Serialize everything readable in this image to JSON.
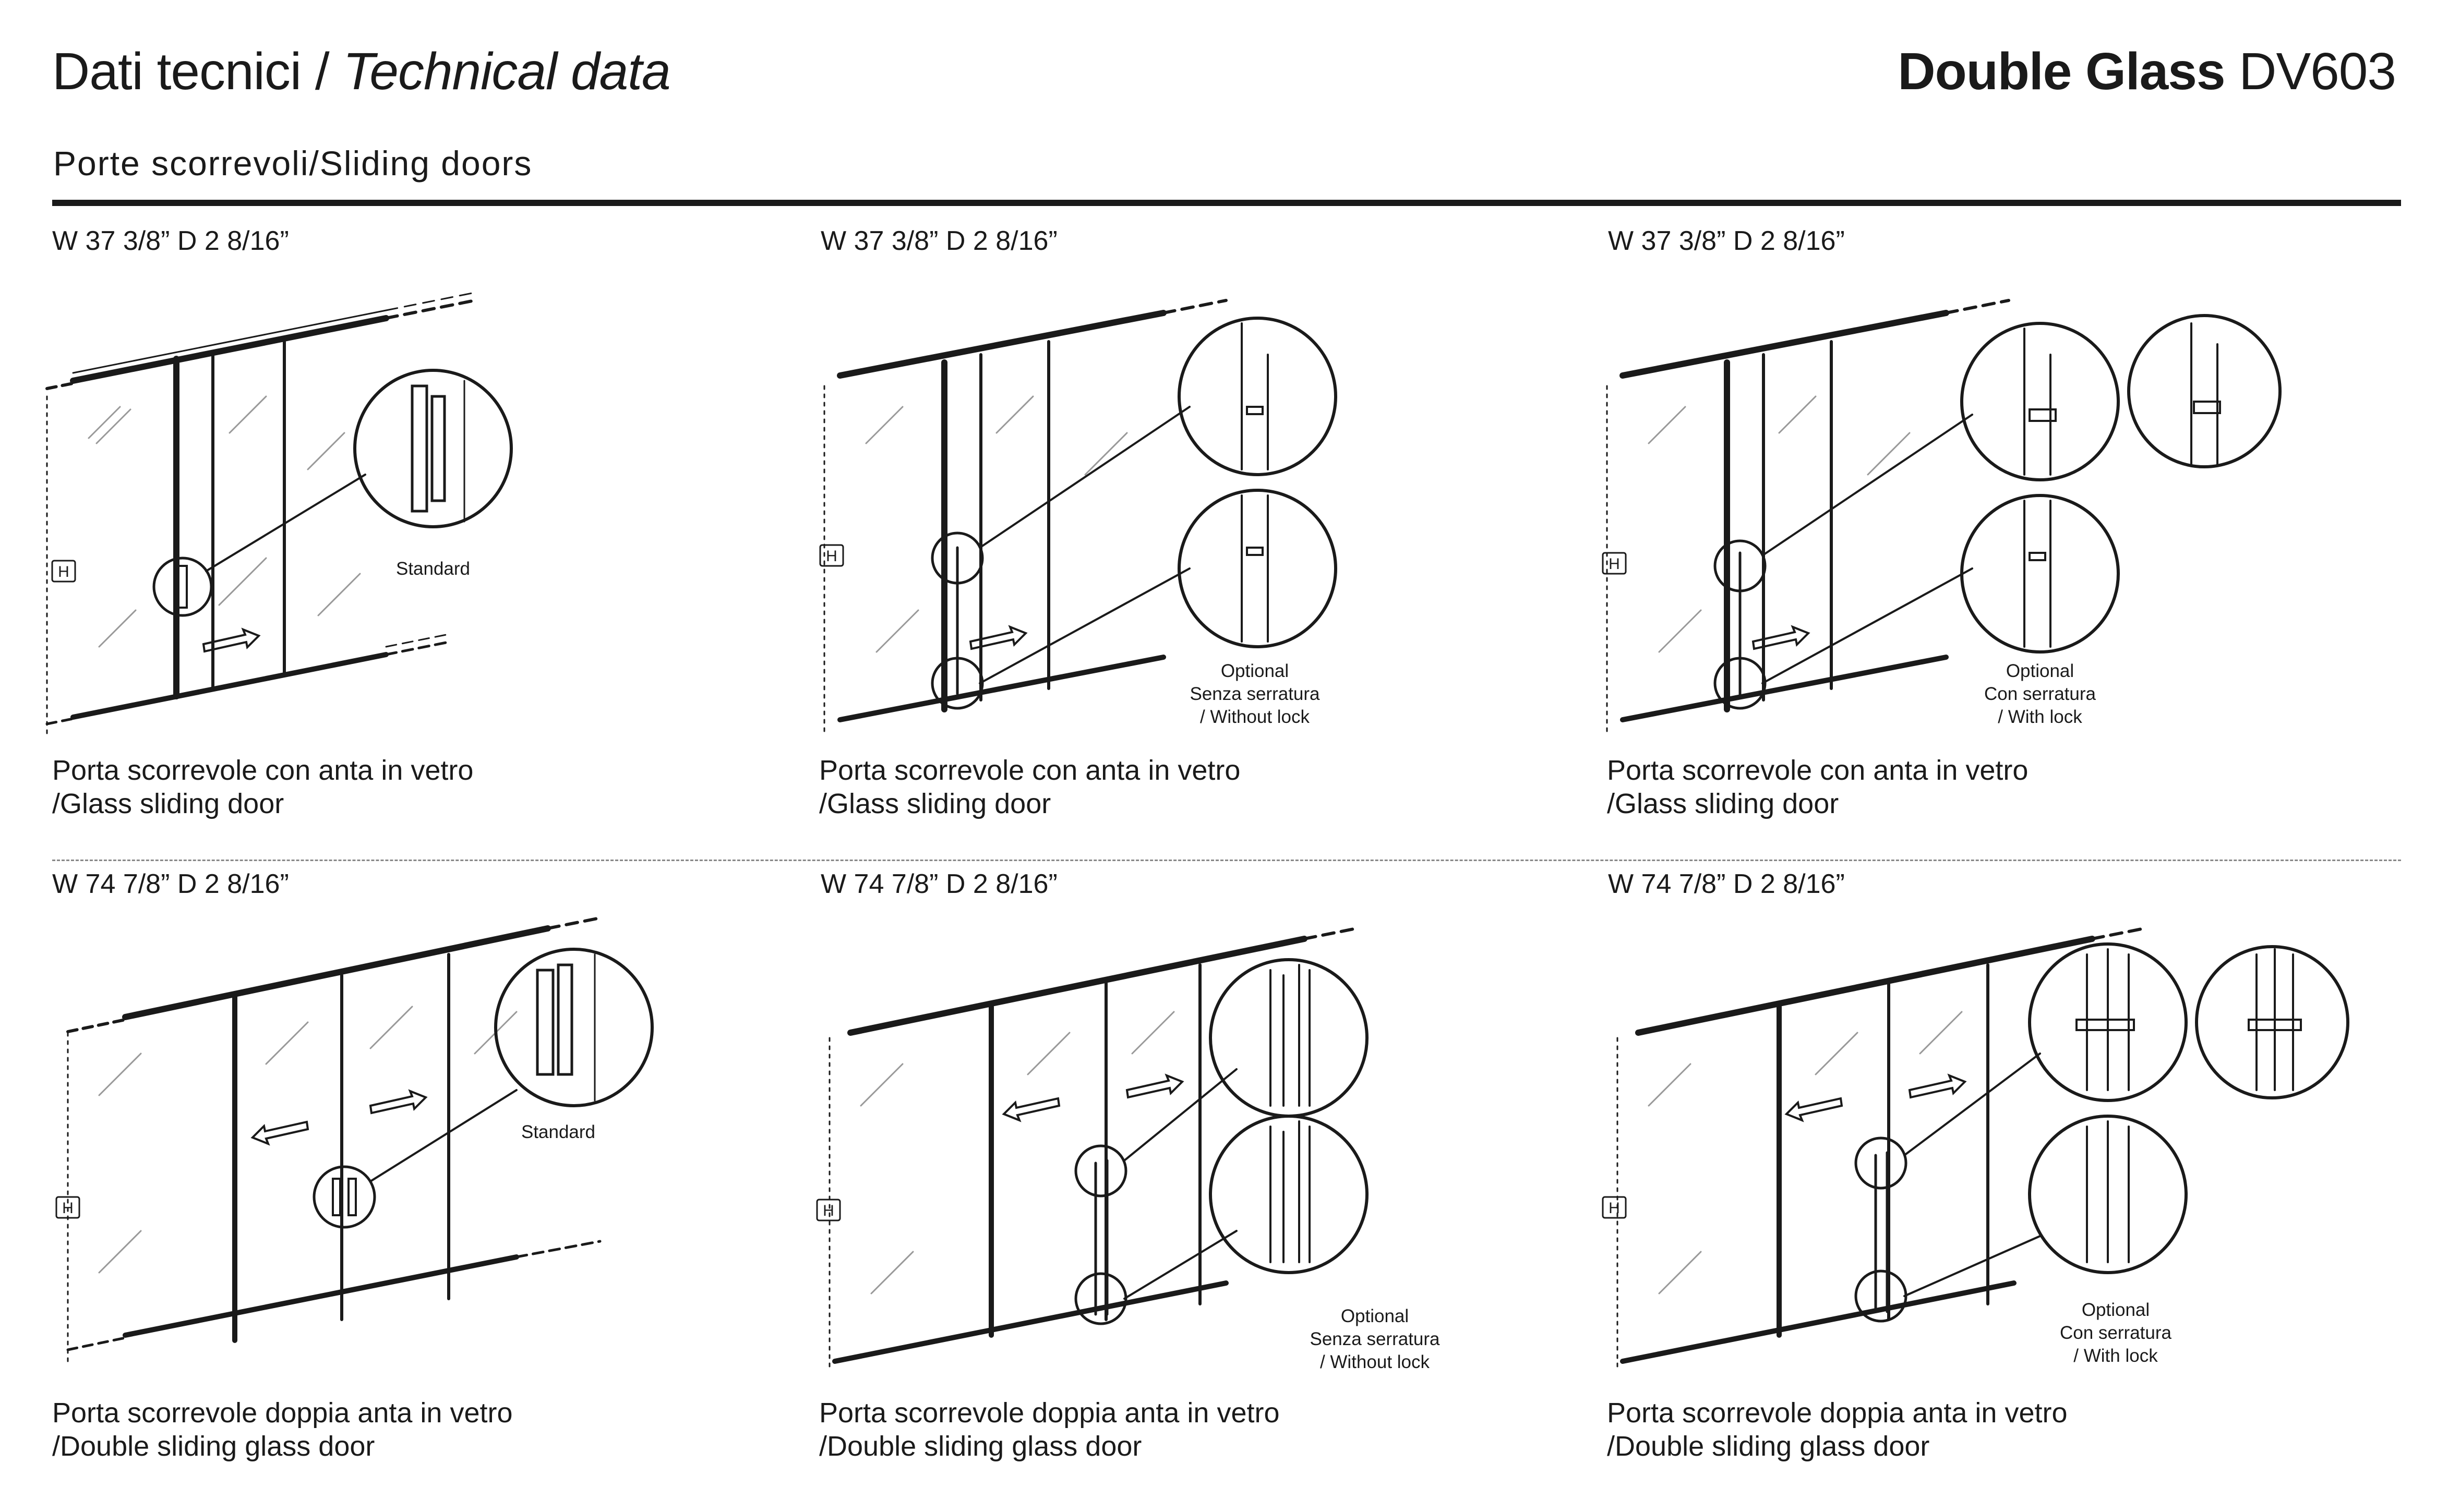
{
  "header": {
    "title_it": "Dati tecnici / ",
    "title_en": "Technical data",
    "product_bold": "Double Glass",
    "product_code": " DV603",
    "section": "Porte scorrevoli/Sliding doors"
  },
  "panels": [
    {
      "dims": "W 37 3/8” D 2 8/16”",
      "caption_it": "Porta scorrevole con anta in vetro",
      "caption_en": "/Glass sliding door",
      "h_label": "H",
      "variant": "Standard"
    },
    {
      "dims": "W 37 3/8” D 2 8/16”",
      "caption_it": "Porta scorrevole con anta in vetro",
      "caption_en": "/Glass sliding door",
      "h_label": "H",
      "opt1": "Optional",
      "opt2": "Senza serratura",
      "opt3": "/ Without lock"
    },
    {
      "dims": "W 37 3/8” D 2 8/16”",
      "caption_it": "Porta scorrevole con anta in vetro",
      "caption_en": "/Glass sliding door",
      "h_label": "H",
      "opt1": "Optional",
      "opt2": "Con serratura",
      "opt3": "/ With lock"
    },
    {
      "dims": "W 74 7/8” D 2 8/16”",
      "caption_it": "Porta scorrevole doppia anta in vetro",
      "caption_en": "/Double sliding glass door",
      "h_label": "H",
      "variant": "Standard"
    },
    {
      "dims": "W 74 7/8” D 2 8/16”",
      "caption_it": "Porta scorrevole doppia anta in vetro",
      "caption_en": "/Double sliding glass door",
      "h_label": "H",
      "opt1": "Optional",
      "opt2": "Senza serratura",
      "opt3": "/ Without lock"
    },
    {
      "dims": "W 74 7/8” D 2 8/16”",
      "caption_it": "Porta scorrevole doppia anta in vetro",
      "caption_en": "/Double sliding glass door",
      "h_label": "H",
      "opt1": "Optional",
      "opt2": "Con serratura",
      "opt3": "/ With lock"
    }
  ]
}
